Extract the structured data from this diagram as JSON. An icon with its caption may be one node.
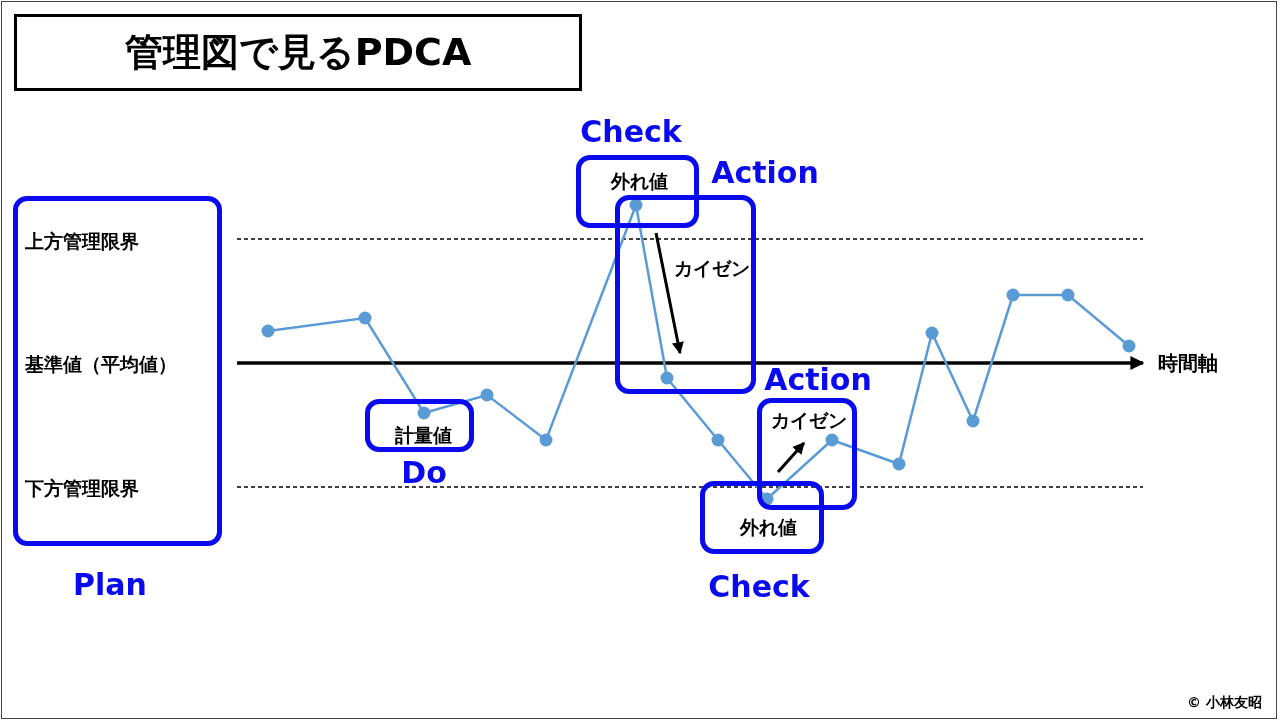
{
  "diagram": {
    "title": "管理図で見るPDCA",
    "nodes": [
      {
        "text": [
          "上方管理限界",
          "基準値（平均値）",
          "下方管理限界"
        ],
        "beside": [
          "Plan"
        ]
      },
      {
        "text": [
          "計量値"
        ],
        "beside": [
          "Do"
        ]
      },
      {
        "text": [
          "外れ値"
        ],
        "beside": [
          "Check"
        ]
      },
      {
        "text": [
          "カイゼン"
        ],
        "beside": [
          "Action"
        ]
      },
      {
        "text": [
          "カイゼン"
        ],
        "beside": [
          "Action"
        ]
      },
      {
        "text": [
          "外れ値"
        ],
        "beside": [
          "Check"
        ]
      }
    ],
    "labels": [
      "時間軸",
      "© 小林友昭"
    ]
  }
}
